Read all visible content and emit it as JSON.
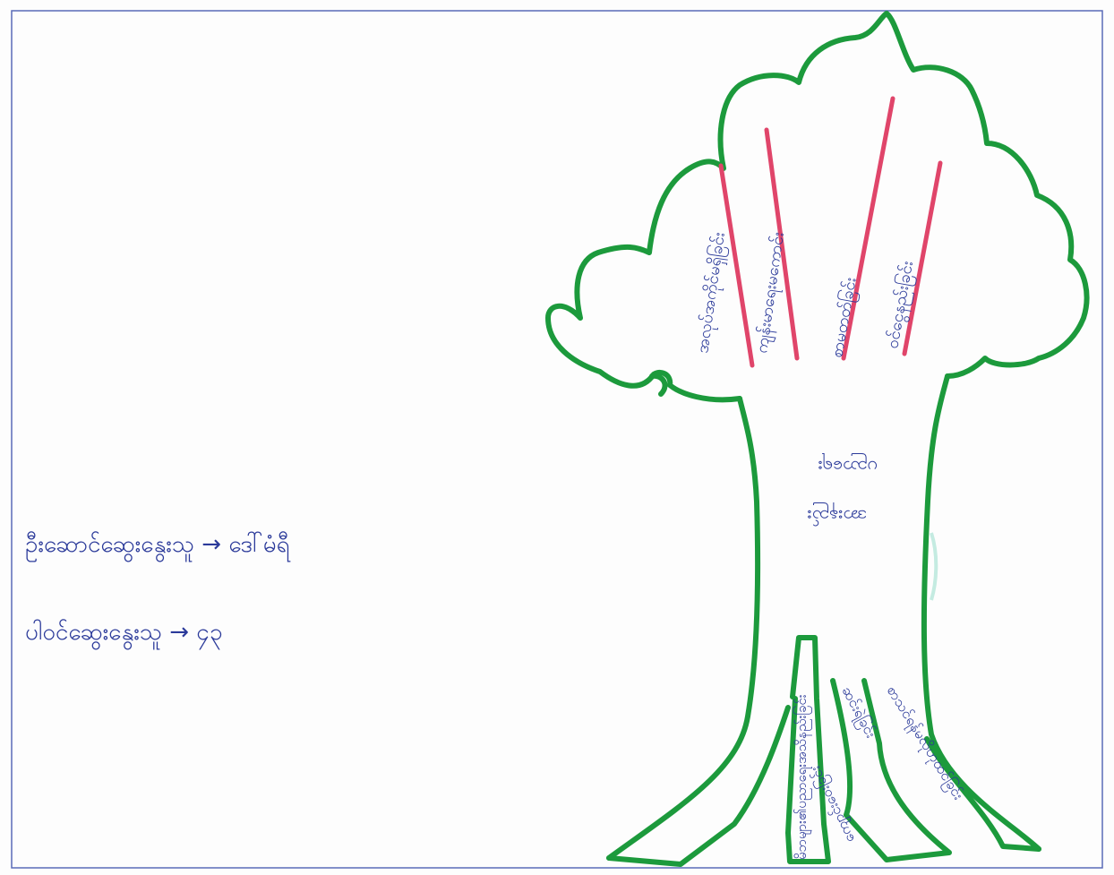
{
  "notes": {
    "line1": "ဦးဆောင်ဆွေးနွေးသူ → ဒေါ်မံရီ",
    "line2": "ပါဝင်ဆွေးနွေးသူ → ၄၃"
  },
  "tree": {
    "trunk_label_line1": "ပညာရေး",
    "trunk_label_line2": "အားနည်း",
    "branch_labels": [
      "အလုပ်အကိုင်မရှိခြင်း",
      "ကျန်းမာရေးမကောင်း",
      "စာမတတ်ခြင်း",
      "ဝင်ငွေနည်းခြင်း"
    ],
    "root_labels": [
      "ကျောင်းဝေးခြင်း",
      "မိဘများ၏ပညာရေးအသိနည်းခြင်း",
      "ဆင်းရဲခြင်း",
      "စာသင်ရန်မလိုဟုထင်ခြင်း"
    ]
  },
  "colors": {
    "outline": "#1c9a3c",
    "branch_lines": "#e0456a",
    "ink": "#2b3a9a",
    "frame": "#5a6bb8"
  }
}
